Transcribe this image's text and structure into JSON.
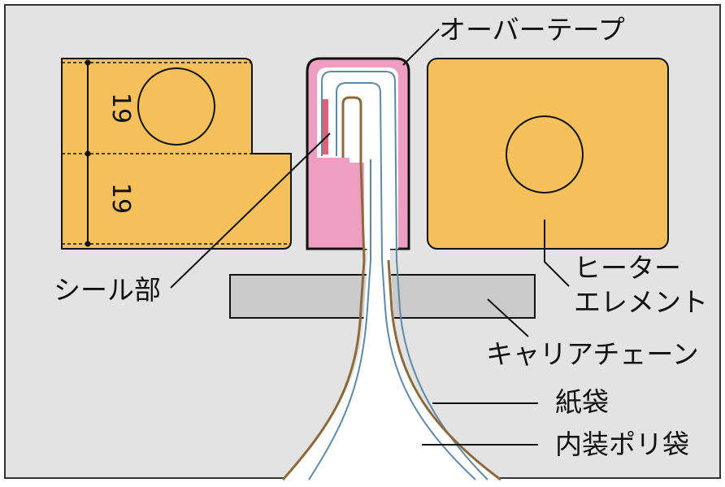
{
  "labels": {
    "overtape": "オーバーテープ",
    "heater_line1": "ヒーター",
    "heater_line2": "エレメント",
    "carrier_chain": "キャリアチェーン",
    "paper_bag": "紙袋",
    "inner_poly_bag": "内装ポリ袋",
    "seal_part": "シール部"
  },
  "dimensions": {
    "upper": "19",
    "lower": "19"
  },
  "colors": {
    "background": "#e3e3e3",
    "heater_block": "#f6c05c",
    "overtape": "#ee9ec0",
    "seal_zone": "#e0607a",
    "carrier_chain": "#cbcbcb",
    "paper_bag_line": "#8b6a3c",
    "poly_bag_line": "#5e8aa6",
    "outline": "#111111"
  }
}
